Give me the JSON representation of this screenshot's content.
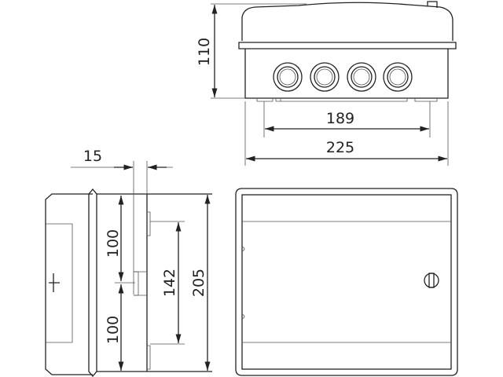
{
  "dimensions": {
    "height": "110",
    "rail_spacing": "189",
    "width": "225",
    "depth_offset": "15",
    "upper_half": "100",
    "lower_half": "100",
    "rail_length": "142",
    "total_height": "205"
  }
}
